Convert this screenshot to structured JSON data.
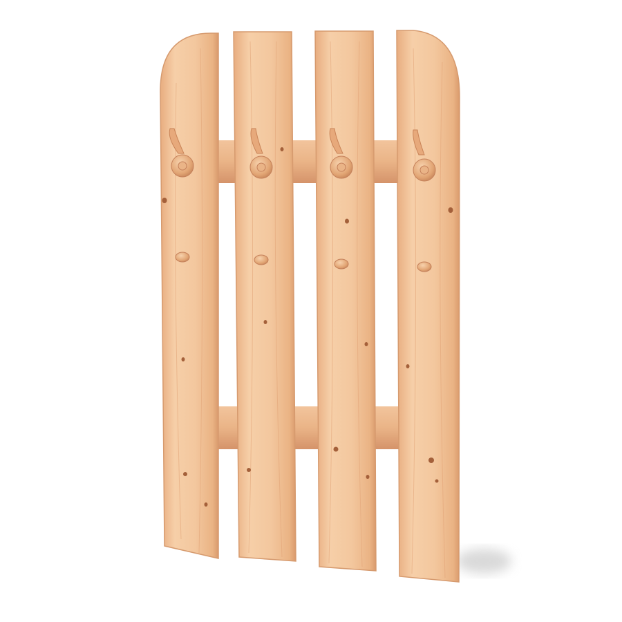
{
  "product": {
    "colors": {
      "wood_light": "#f4c8a0",
      "wood_mid": "#eab488",
      "wood_dark": "#d99a6c",
      "edge": "#c98458",
      "knot": "#9a5a34",
      "shadow": "#cfcfcf"
    },
    "slats": [
      {
        "name": "slat-1",
        "top": "rounded-left"
      },
      {
        "name": "slat-2",
        "top": "square"
      },
      {
        "name": "slat-3",
        "top": "square"
      },
      {
        "name": "slat-4",
        "top": "rounded-right"
      }
    ],
    "hooks": {
      "top_row_count": 4,
      "middle_row_count": 4
    },
    "crossbars": {
      "count": 2
    }
  }
}
